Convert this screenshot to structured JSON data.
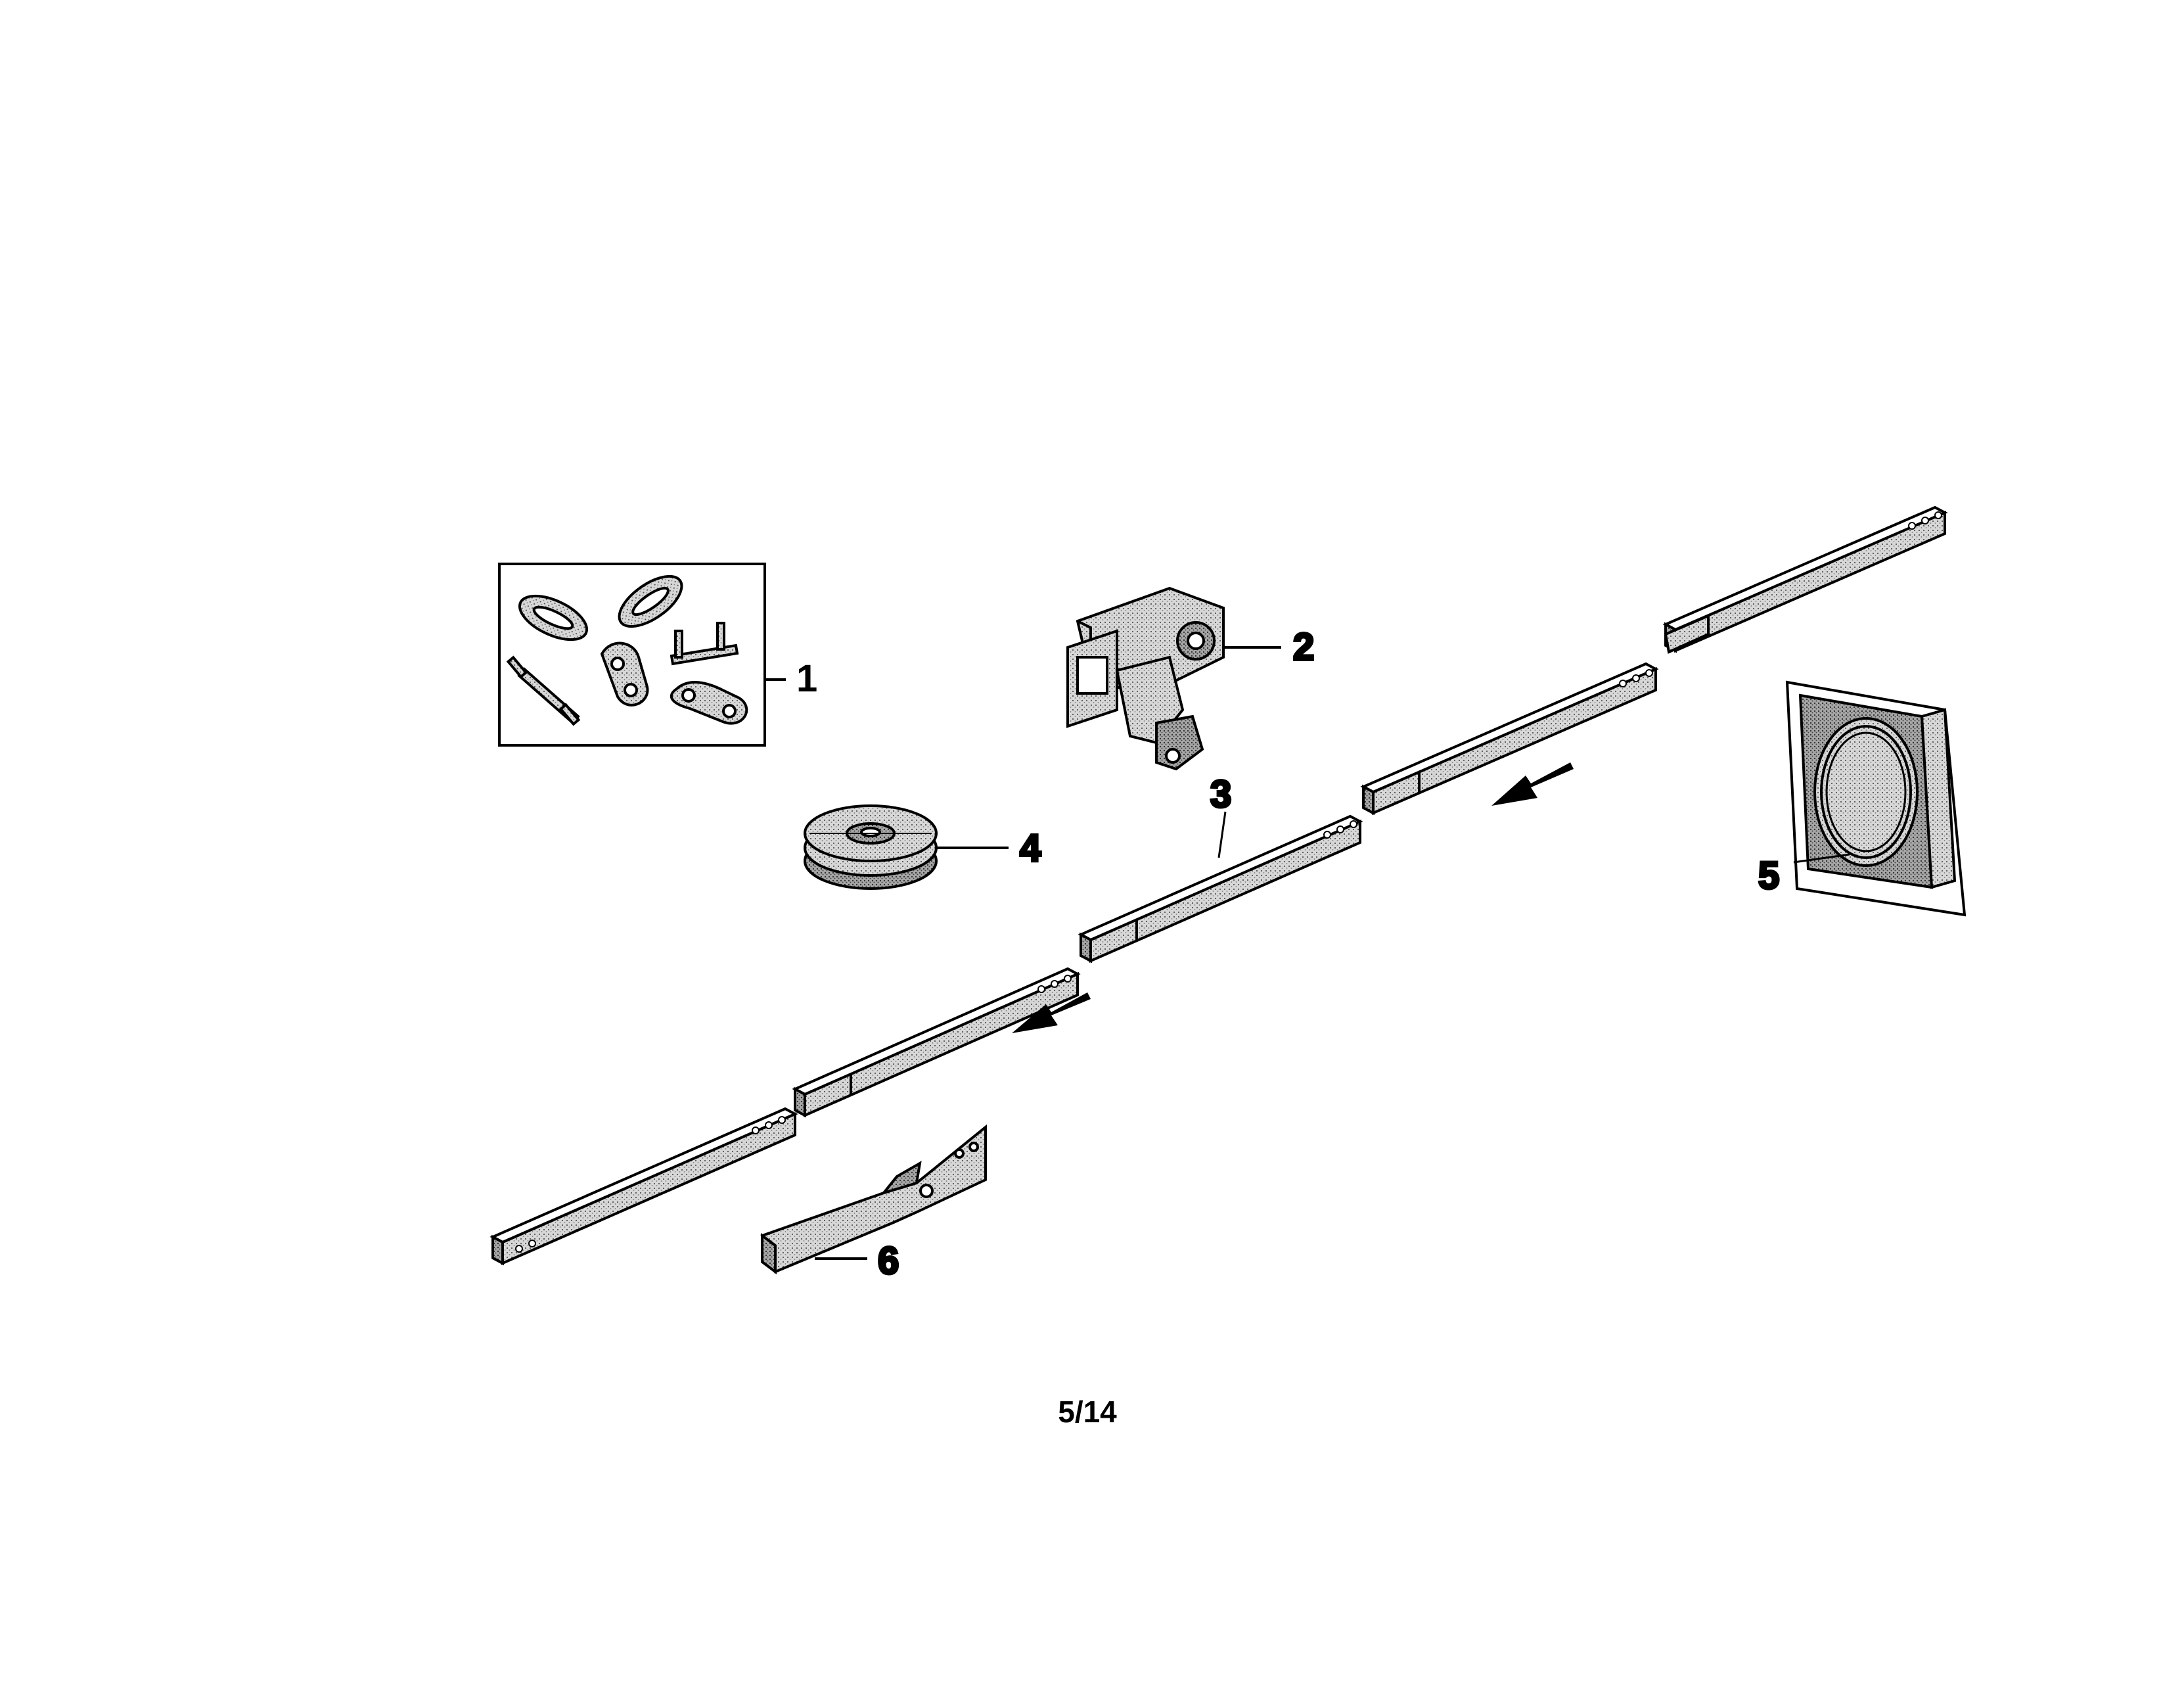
{
  "callouts": {
    "c1": "1",
    "c2": "2",
    "c3": "3",
    "c4": "4",
    "c5": "5",
    "c6": "6"
  },
  "page_number": "5/14",
  "parts": [
    {
      "callout": "1",
      "icon": "chain-link-kit-icon"
    },
    {
      "callout": "2",
      "icon": "trolley-assembly-icon"
    },
    {
      "callout": "3",
      "icon": "rail-section-icon"
    },
    {
      "callout": "4",
      "icon": "idler-pulley-icon"
    },
    {
      "callout": "5",
      "icon": "coiled-cable-pack-icon"
    },
    {
      "callout": "6",
      "icon": "header-bracket-icon"
    }
  ],
  "colors": {
    "ink": "#000000",
    "paper": "#ffffff",
    "stipple": "#bdbdbd"
  }
}
